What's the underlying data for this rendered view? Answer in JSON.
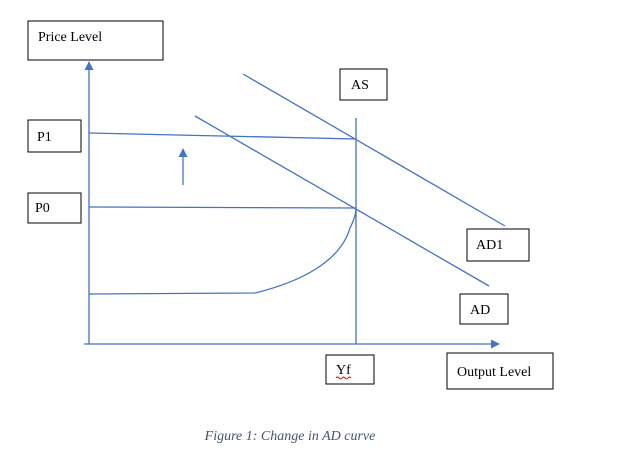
{
  "diagram": {
    "y_axis_label": "Price Level",
    "x_axis_label": "Output Level",
    "labels": {
      "as": "AS",
      "p1": "P1",
      "p0": "P0",
      "ad1": "AD1",
      "ad": "AD",
      "yf": "Yf"
    },
    "caption": "Figure 1: Change in AD curve",
    "colors": {
      "line": "#4472c4",
      "text": "#000000",
      "caption": "#44546a"
    }
  }
}
